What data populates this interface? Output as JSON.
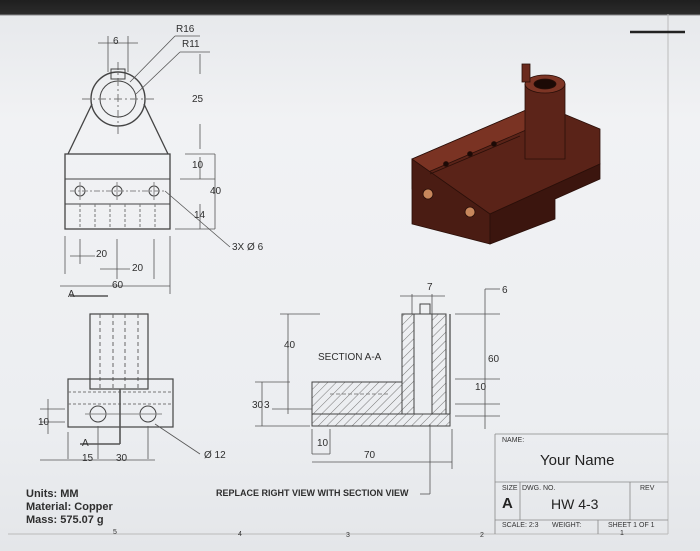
{
  "drawing": {
    "dimensions": {
      "r16": "R16",
      "r11": "R11",
      "d6_top": "6",
      "d25": "25",
      "d10_top": "10",
      "d40": "40",
      "d14": "14",
      "holes": "3X Ø 6",
      "d20_a": "20",
      "d20_b": "20",
      "d60": "60",
      "section_a_top": "A",
      "section_a_bottom": "A",
      "d15": "15",
      "d30": "30",
      "d10_left": "10",
      "dia12": "Ø 12",
      "d7": "7",
      "d6_right": "6",
      "d40_sec": "40",
      "d60_sec": "60",
      "d10_sec": "10",
      "d3": "3",
      "d10_bottom": "10",
      "d70": "70",
      "d30_sec": "30"
    },
    "section_label": "SECTION A-A",
    "instruction": "REPLACE RIGHT VIEW WITH SECTION VIEW",
    "properties": {
      "units": "Units: MM",
      "material": "Material: Copper",
      "mass": "Mass: 575.07 g"
    },
    "zone_numbers": [
      "5",
      "4",
      "3",
      "2",
      "1"
    ]
  },
  "title_block": {
    "name_label": "NAME:",
    "name_value": "Your Name",
    "size_label": "SIZE",
    "dwg_no_label": "DWG. NO.",
    "rev_label": "REV",
    "size_value": "A",
    "dwg_no_value": "HW 4-3",
    "scale": "SCALE: 2:3",
    "weight_label": "WEIGHT:",
    "sheet": "SHEET 1 OF 1"
  },
  "colors": {
    "copper": "#6e2a1e",
    "line": "#3c3c3c",
    "paper": "#eef0f2"
  }
}
